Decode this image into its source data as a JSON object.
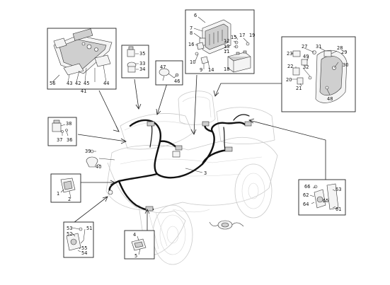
{
  "colors": {
    "line": "#111111",
    "ghost": "#c9c9c9",
    "box_border": "#222222"
  },
  "icons": [
    "harness",
    "battery-icon",
    "dashboard-icon",
    "fuse-box-icon",
    "connector-icon",
    "switch-icon",
    "sensor-icon",
    "coil-icon",
    "bulb-icon"
  ],
  "labels": {
    "n1": "1",
    "n2": "2",
    "n3": "3",
    "n4": "4",
    "n5": "5",
    "n6": "6",
    "n7": "7",
    "n8": "8",
    "n9": "9",
    "n10": "10",
    "n11": "11",
    "n12": "12",
    "n13": "13",
    "n14": "14",
    "n15": "15",
    "n16": "16",
    "n17": "17",
    "n18": "18",
    "n19": "19",
    "n20": "20",
    "n21": "21",
    "n22": "22",
    "n23": "23",
    "n27": "27",
    "n28": "28",
    "n29": "29",
    "n30": "30",
    "n31": "31",
    "n32": "32",
    "n33": "33",
    "n34": "34",
    "n35": "35",
    "n36": "36",
    "n37": "37",
    "n38": "38",
    "n39": "39",
    "n40": "40",
    "n41": "41",
    "n42": "42",
    "n43": "43",
    "n44": "44",
    "n45": "45",
    "n46": "46",
    "n47": "47",
    "n48": "48",
    "n49": "49",
    "n51": "51",
    "n52": "52",
    "n53": "53",
    "n54": "54",
    "n55": "55",
    "n56": "56",
    "n61": "61",
    "n62": "62",
    "n63": "63",
    "n64": "64",
    "n65": "65",
    "n66": "66"
  }
}
